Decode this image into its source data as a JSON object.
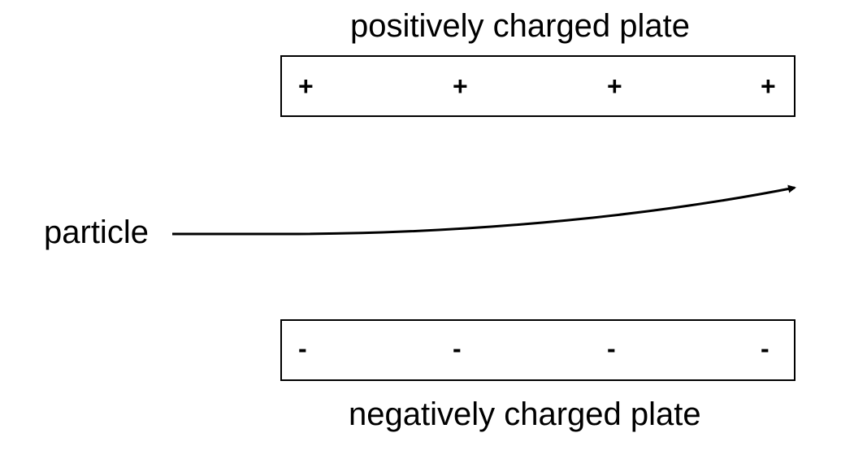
{
  "positive_plate": {
    "label": "positively charged plate",
    "charges": [
      "+",
      "+",
      "+",
      "+"
    ]
  },
  "negative_plate": {
    "label": "negatively charged plate",
    "charges": [
      "-",
      "-",
      "-",
      "-"
    ]
  },
  "particle": {
    "label": "particle"
  },
  "colors": {
    "stroke": "#000000",
    "background": "#ffffff"
  }
}
